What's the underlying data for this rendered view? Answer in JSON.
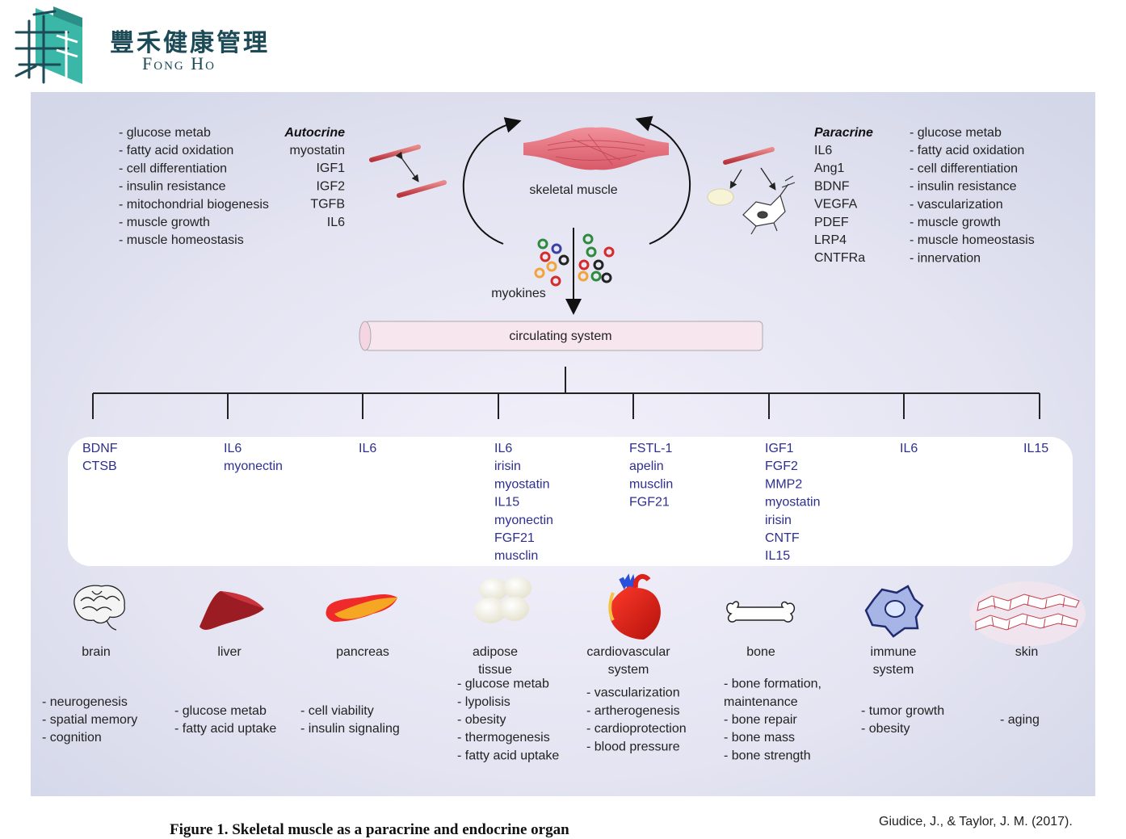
{
  "logo": {
    "name_zh": "豐禾健康管理",
    "name_en": "Fong Ho",
    "icon": "fong-ho-logo-icon"
  },
  "figure": {
    "autocrine": {
      "title": "Autocrine",
      "effects": [
        "- glucose metab",
        "- fatty acid oxidation",
        "- cell differentiation",
        "- insulin resistance",
        "- mitochondrial biogenesis",
        "- muscle growth",
        "- muscle homeostasis"
      ],
      "factors": [
        "myostatin",
        "IGF1",
        "IGF2",
        "TGFB",
        "IL6"
      ]
    },
    "paracrine": {
      "title": "Paracrine",
      "factors": [
        "IL6",
        "Ang1",
        "BDNF",
        "VEGFA",
        "PDEF",
        "LRP4",
        "CNTFRa"
      ],
      "effects": [
        "- glucose metab",
        "- fatty acid oxidation",
        "- cell differentiation",
        "- insulin resistance",
        "- vascularization",
        "- muscle growth",
        "- muscle homeostasis",
        "- innervation"
      ]
    },
    "muscle_label": "skeletal muscle",
    "myokines_label": "myokines",
    "circulating_label": "circulating system",
    "tissues": [
      {
        "id": "brain",
        "name": [
          "brain"
        ],
        "factors": [
          "BDNF",
          "CTSB"
        ],
        "effects": [
          "- neurogenesis",
          "- spatial memory",
          "- cognition"
        ],
        "icon": "brain-icon"
      },
      {
        "id": "liver",
        "name": [
          "liver"
        ],
        "factors": [
          "IL6",
          "myonectin"
        ],
        "effects": [
          "- glucose metab",
          "- fatty acid uptake"
        ],
        "icon": "liver-icon"
      },
      {
        "id": "pancreas",
        "name": [
          "pancreas"
        ],
        "factors": [
          "IL6"
        ],
        "effects": [
          "- cell viability",
          "- insulin signaling"
        ],
        "icon": "pancreas-icon"
      },
      {
        "id": "adipose",
        "name": [
          "adipose",
          "tissue"
        ],
        "factors": [
          "IL6",
          "irisin",
          "myostatin",
          "IL15",
          "myonectin",
          "FGF21",
          "musclin"
        ],
        "effects": [
          "- glucose metab",
          "- lypolisis",
          "- obesity",
          "- thermogenesis",
          "- fatty acid uptake"
        ],
        "icon": "adipose-tissue-icon"
      },
      {
        "id": "cardiovascular",
        "name": [
          "cardiovascular",
          "system"
        ],
        "factors": [
          "FSTL-1",
          "apelin",
          "musclin",
          "FGF21"
        ],
        "effects": [
          "- vascularization",
          "- artherogenesis",
          "- cardioprotection",
          "- blood pressure"
        ],
        "icon": "heart-icon"
      },
      {
        "id": "bone",
        "name": [
          "bone"
        ],
        "factors": [
          "IGF1",
          "FGF2",
          "MMP2",
          "myostatin",
          "irisin",
          "CNTF",
          "IL15"
        ],
        "effects": [
          "- bone formation,",
          "maintenance",
          "- bone repair",
          "- bone mass",
          "- bone strength"
        ],
        "icon": "bone-icon"
      },
      {
        "id": "immune",
        "name": [
          "immune",
          "system"
        ],
        "factors": [
          "IL6"
        ],
        "effects": [
          "- tumor growth",
          "- obesity"
        ],
        "icon": "immune-cell-icon"
      },
      {
        "id": "skin",
        "name": [
          "skin"
        ],
        "factors": [
          "IL15"
        ],
        "effects": [
          "- aging"
        ],
        "icon": "skin-icon"
      }
    ]
  },
  "caption": "Figure 1. Skeletal muscle as a paracrine and endocrine organ",
  "citation": "Giudice, J., & Taylor, J. M. (2017).",
  "colors": {
    "panel": "#d9dcec",
    "factor_text": "#2e2f8f",
    "muscle": "#e2707c",
    "tube": "#f8e6ee",
    "logo_teal": "#3ab7a7",
    "logo_dark": "#1c4a56"
  }
}
